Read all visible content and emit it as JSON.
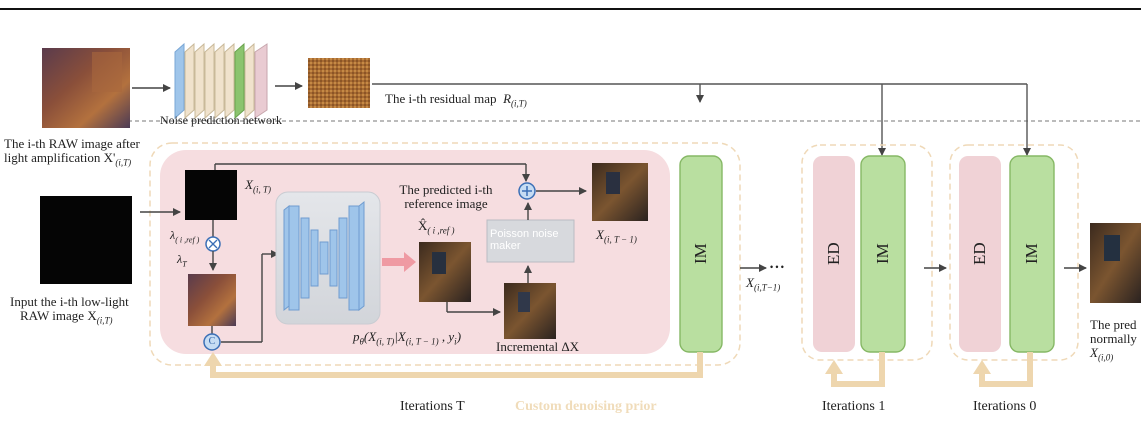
{
  "figure": {
    "top_rule": true
  },
  "labels": {
    "raw_amplified_1": "The i-th RAW image after",
    "raw_amplified_2": "light amplification X'",
    "raw_amplified_sub": "(i,T)",
    "noise_net": "Noise prediction network",
    "residual_map": "The i-th residual map",
    "residual_sym": "R",
    "residual_sub": "(i,T)",
    "x_it": "X",
    "x_it_sub": "(i, T)",
    "lambda_ref": "λ",
    "lambda_ref_sub": "( i ,ref )",
    "lambda_T": "λ",
    "lambda_T_sub": "T",
    "predicted_ref_1": "The predicted  i-th",
    "predicted_ref_2": "reference image",
    "xhat": "X̂",
    "xhat_sub": "( i ,ref )",
    "poisson_1": "Poisson noise",
    "poisson_2": "maker",
    "x_prev": "X",
    "x_prev_sub": "(i, T − 1)",
    "input_1": "Input the i-th low-light",
    "input_2": "RAW image X",
    "input_sub": "(i,T)",
    "p_theta": "p",
    "p_theta_rest": "(X",
    "p_theta_cond": "(i, T)",
    "p_theta_bar": "|X",
    "p_theta_cond2": "(i, T − 1)",
    "p_theta_end": " , y",
    "p_theta_y": "i",
    "p_theta_close": ")",
    "incremental": "Incremental ΔX",
    "im": "IM",
    "ed": "ED",
    "x_between": "X",
    "x_between_sub": "(i,T−1)",
    "dots": "• • •",
    "iter_T": "Iterations T",
    "custom_prior": "Custom denoising prior",
    "iter_1": "Iterations 1",
    "iter_0": "Iterations 0",
    "out_1": "The pred",
    "out_2": "normally",
    "out_x": "X",
    "out_sub": "(i,0)",
    "concat_symbol": "C",
    "multiply_symbol": "⊗",
    "add_symbol": "+"
  },
  "colors": {
    "pink_panel": "#f6dde0",
    "dashed_border": "#efd9b8",
    "im_green": "#b9dfa0",
    "im_border": "#86b865",
    "ed_pink": "#f0d2d6",
    "unet_blue": "#9fc5ea",
    "loop_arrow": "#eed6ae",
    "custom_prior_text": "#f0dcba",
    "red_arrow": "#ef9aa3"
  }
}
